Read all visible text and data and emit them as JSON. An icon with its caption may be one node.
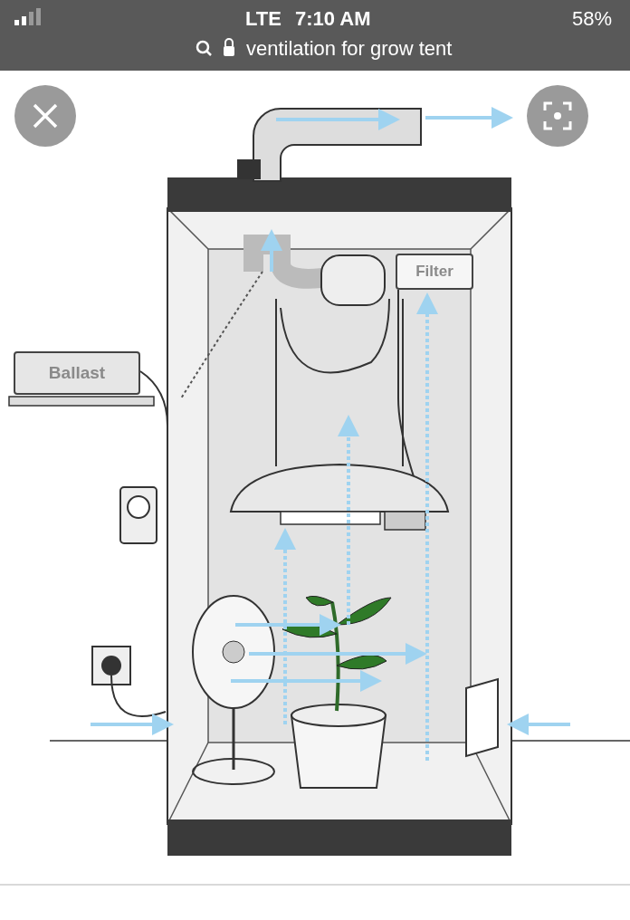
{
  "diagram": {
    "nodes": [
      {
        "text": [
          "Ballast"
        ]
      },
      {
        "text": [
          "Filter"
        ]
      }
    ],
    "labels": [
      "LTE",
      "7:10 AM",
      "58%",
      "ventilation for grow tent"
    ]
  }
}
